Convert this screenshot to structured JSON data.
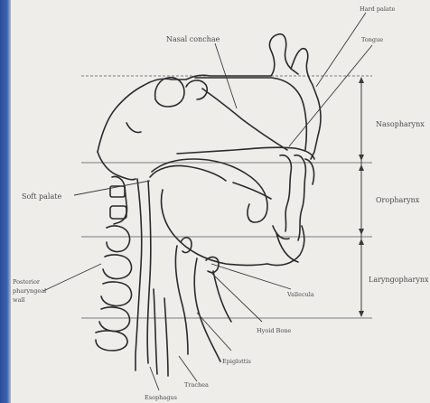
{
  "diagram": {
    "labels": {
      "nasal_conchae": "Nasal conchae",
      "hard_palate": "Hard palate",
      "tongue": "Tongue",
      "nasopharynx": "Nasopharynx",
      "soft_palate": "Soft palate",
      "oropharynx": "Oropharynx",
      "laryngopharynx": "Laryngopharynx",
      "posterior_pharyngeal_wall_1": "Posterior",
      "posterior_pharyngeal_wall_2": "pharyngeal",
      "posterior_pharyngeal_wall_3": "wall",
      "vallecula": "Vallecula",
      "hyoid_bone": "Hyoid Bone",
      "epiglottis": "Epiglottis",
      "trachea": "Trachea",
      "esophagus": "Esophagus"
    },
    "colors": {
      "border_blue": "#2c4f9a",
      "paper": "#eeede9",
      "ink": "#2a2a2a"
    }
  }
}
